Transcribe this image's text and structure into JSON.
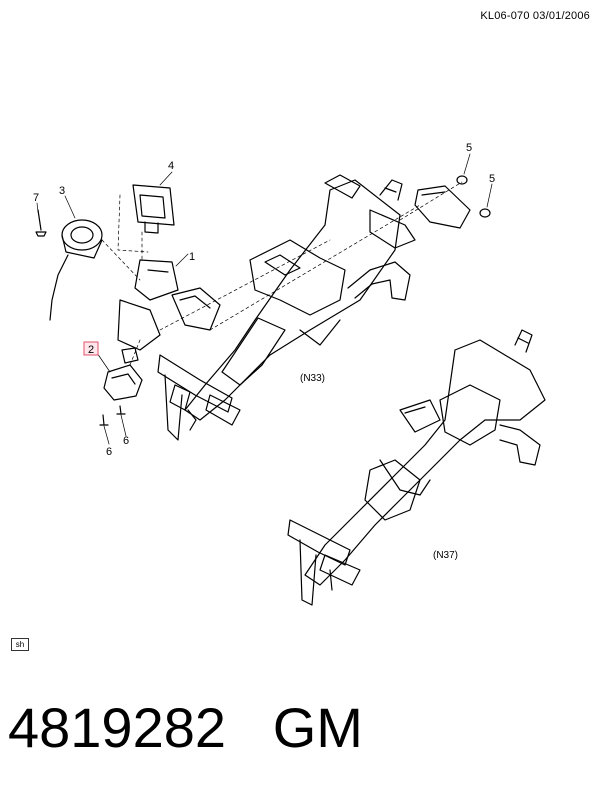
{
  "header": {
    "ref": "KL06-070  03/01/2006"
  },
  "callouts": {
    "c1": "1",
    "c2": "2",
    "c3": "3",
    "c4": "4",
    "c5a": "5",
    "c5b": "5",
    "c6a": "6",
    "c6b": "6",
    "c7": "7"
  },
  "variants": {
    "top": "(N33)",
    "bottom": "(N37)"
  },
  "badge": "sh",
  "footer": {
    "part_number": "4819282",
    "brand": "GM"
  },
  "colors": {
    "highlight_box": "#e0506a",
    "highlight_fill": "#fde7ec",
    "line": "#000000"
  }
}
